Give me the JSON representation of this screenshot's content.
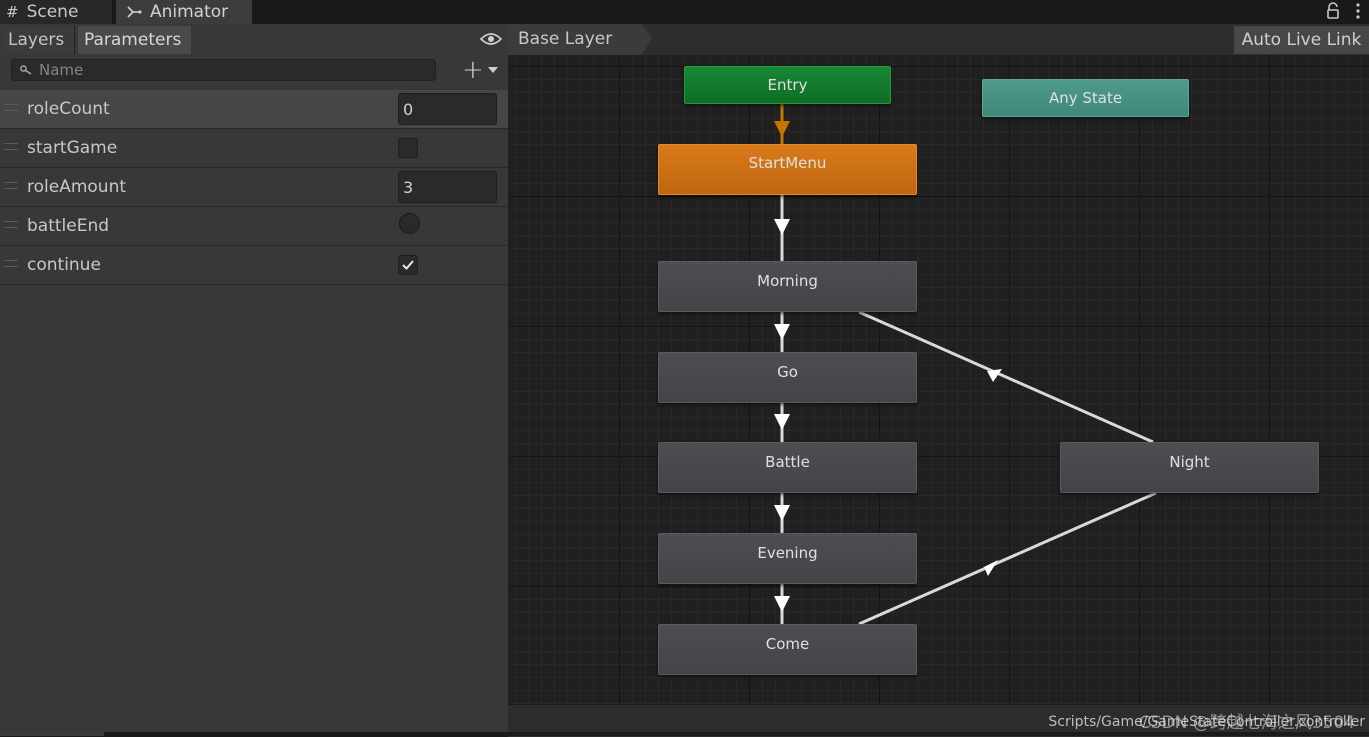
{
  "tabs": {
    "scene": "Scene",
    "animator": "Animator"
  },
  "left_panel": {
    "tabs": {
      "layers": "Layers",
      "parameters": "Parameters"
    },
    "search": {
      "placeholder": "Name",
      "value": ""
    },
    "add_icon": "plus-icon",
    "parameters": [
      {
        "name": "roleCount",
        "type": "int",
        "value": "0",
        "selected": true
      },
      {
        "name": "startGame",
        "type": "bool",
        "checked": false
      },
      {
        "name": "roleAmount",
        "type": "int",
        "value": "3"
      },
      {
        "name": "battleEnd",
        "type": "trigger",
        "set": false
      },
      {
        "name": "continue",
        "type": "bool",
        "checked": true
      }
    ]
  },
  "graph": {
    "breadcrumb": "Base Layer",
    "auto_live_link": "Auto Live Link",
    "nodes": {
      "entry": "Entry",
      "any_state": "Any State",
      "start_menu": "StartMenu",
      "morning": "Morning",
      "go": "Go",
      "battle": "Battle",
      "evening": "Evening",
      "come": "Come",
      "night": "Night"
    },
    "colors": {
      "entry": "#137d2e",
      "any_state": "#4a9585",
      "default_state": "#cf7216",
      "state": "#48494d",
      "transition": "#d9d9d9",
      "entry_transition": "#c47600"
    }
  },
  "status": {
    "path": "Scripts/Game/GameStateController.controller",
    "watermark": "CSDN @跨越七海之风3504"
  }
}
